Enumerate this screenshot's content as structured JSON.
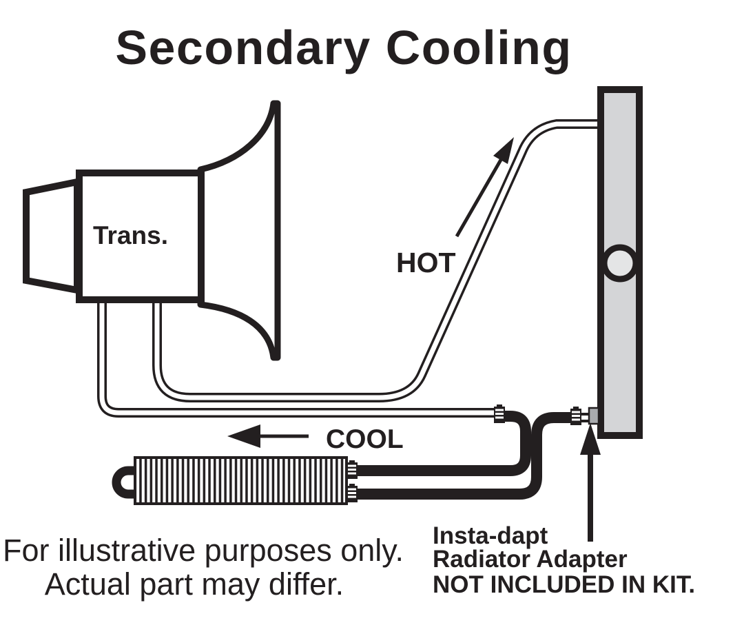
{
  "title": "Secondary Cooling",
  "diagram": {
    "transmission": {
      "label": "Trans."
    },
    "flow_labels": {
      "hot": "HOT",
      "cool": "COOL"
    },
    "adapter_note": {
      "line1": "Insta-dapt",
      "line2": "Radiator Adapter",
      "line3": "NOT INCLUDED IN KIT."
    },
    "disclaimer": {
      "line1": "For illustrative purposes only.",
      "line2": "Actual part may differ."
    },
    "icons": {
      "hot_flow_arrow": "arrow-up-right",
      "cool_flow_arrow": "arrow-left",
      "adapter_pointer_arrow": "arrow-up"
    },
    "colors": {
      "line": "#231f20",
      "background": "#ffffff",
      "radiator_fill": "#d4d5d7",
      "filler_cap_fill": "#e4e5e6",
      "adapter_fill": "#a9abae"
    }
  }
}
